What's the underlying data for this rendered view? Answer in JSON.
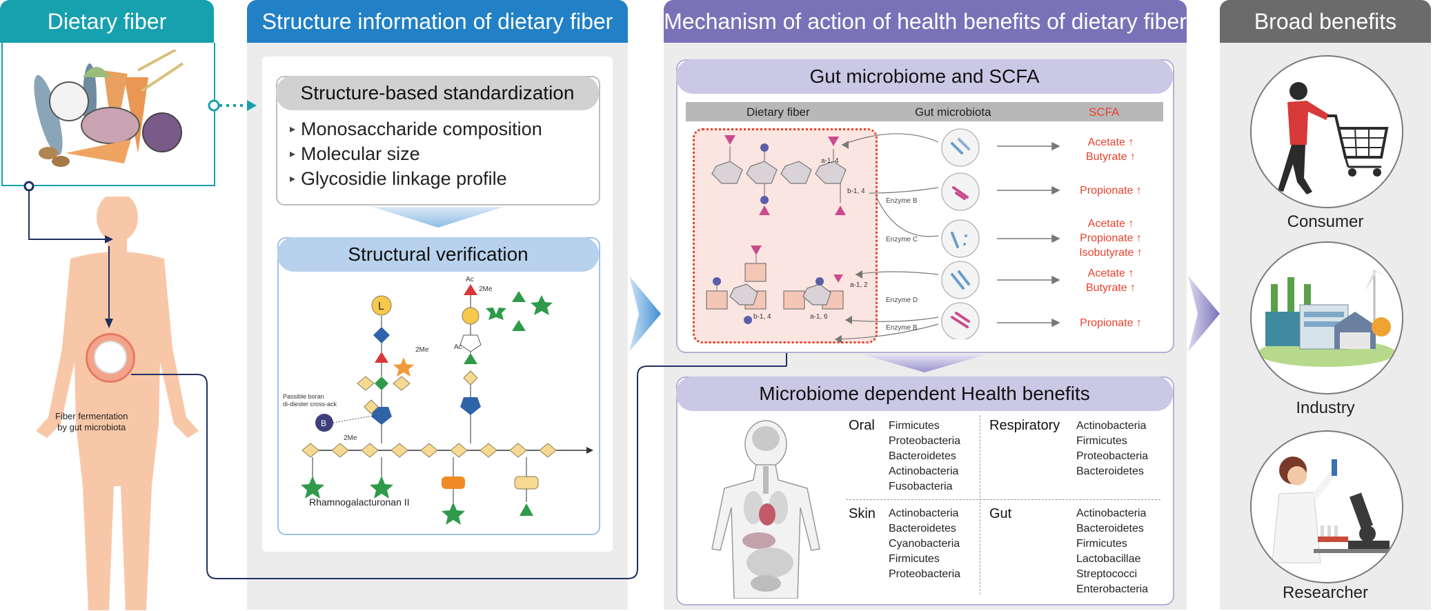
{
  "panels": {
    "dietary_fiber": {
      "title": "Dietary fiber"
    },
    "structure": {
      "title": "Structure information of dietary fiber"
    },
    "mechanism": {
      "title": "Mechanism of action of health benefits of dietary fiber"
    },
    "broad": {
      "title": "Broad benefits"
    }
  },
  "fermentation_label": "Fiber fermentation\nby gut microbiota",
  "standardization": {
    "title": "Structure-based standardization",
    "items": [
      "Monosaccharide composition",
      "Molecular size",
      "Glycosidie linkage profile"
    ]
  },
  "verification": {
    "title": "Structural verification",
    "molecule_name": "Rhamnogalacturonan II",
    "boron_note": "Passible boran\ndi-diester cross-ack",
    "boron_symbol": "B",
    "labels": {
      "l": "L",
      "twome_a": "2Me",
      "twome_b": "2Me",
      "twome_c": "2Me",
      "ac_a": "Ac",
      "ac_b": "Ac"
    }
  },
  "gut_scfa": {
    "title": "Gut microbiome and SCFA",
    "columns": [
      "Dietary fiber",
      "Gut microbiota",
      "SCFA"
    ],
    "linkages": [
      "a-1, 4",
      "b-1, 4",
      "a-1, 2",
      "b-1, 4",
      "a-1, 6"
    ],
    "enzymes": [
      "Enzyme B",
      "Enzyme C",
      "Enzyme D",
      "Enzyme B"
    ],
    "outputs": [
      [
        "Acetate ↑",
        "Butyrate ↑"
      ],
      [
        "Propionate ↑"
      ],
      [
        "Acetate ↑",
        "Propionate ↑",
        "Isobutyrate ↑"
      ],
      [
        "Acetate ↑",
        "Butyrate ↑"
      ],
      [
        "Propionate ↑"
      ]
    ]
  },
  "health": {
    "title": "Microbiome dependent Health benefits",
    "sites": [
      {
        "name": "Oral",
        "microbes": [
          "Firmicutes",
          "Proteobacteria",
          "Bacteroidetes",
          "Actinobacteria",
          "Fusobacteria"
        ]
      },
      {
        "name": "Respiratory",
        "microbes": [
          "Actinobacteria",
          "Firmicutes",
          "Proteobacteria",
          "Bacteroidetes"
        ]
      },
      {
        "name": "Skin",
        "microbes": [
          "Actinobacteria",
          "Bacteroidetes",
          "Cyanobacteria",
          "Firmicutes",
          "Proteobacteria"
        ]
      },
      {
        "name": "Gut",
        "microbes": [
          "Actinobacteria",
          "Bacteroidetes",
          "Firmicutes",
          "Lactobacillae",
          "Streptococci",
          "Enterobacteria"
        ]
      }
    ]
  },
  "beneficiaries": [
    "Consumer",
    "Industry",
    "Researcher"
  ],
  "colors": {
    "teal": "#17a0ad",
    "blue": "#2180c6",
    "purple": "#7a72b8",
    "gray": "#6b6b6b",
    "panel_bg": "#ececec",
    "scfa_red": "#e8412c"
  },
  "icons": [
    "vegetables-illustration",
    "human-body",
    "gut-circle",
    "shopping-cart-person",
    "factory",
    "scientist-microscope",
    "human-anatomy"
  ]
}
